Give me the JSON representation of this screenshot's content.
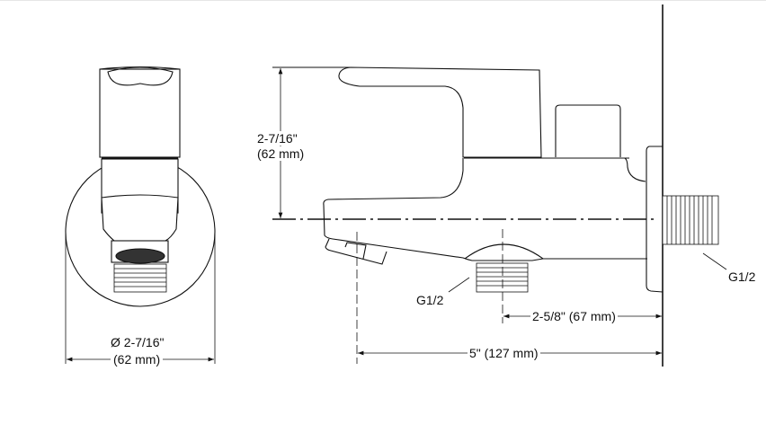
{
  "front_view": {
    "diameter_in": "Ø 2-7/16\"",
    "diameter_mm": "(62 mm)"
  },
  "side_view": {
    "height_in": "2-7/16\"",
    "height_mm": "(62 mm)",
    "outlet_thread": "G1/2",
    "inlet_thread": "G1/2",
    "outlet_offset": "2-5/8\" (67 mm)",
    "spout_reach": "5\" (127 mm)"
  }
}
